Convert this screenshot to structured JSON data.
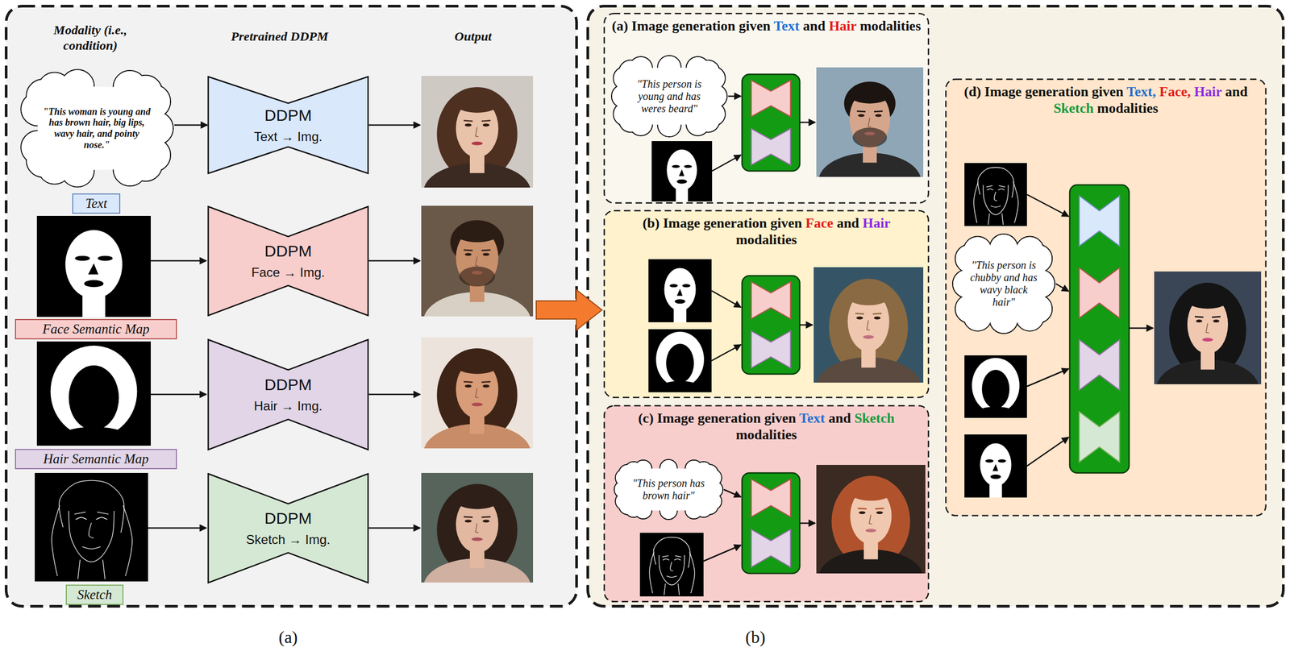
{
  "diagram": {
    "nodes": [
      {
        "text": [
          "(a)"
        ]
      },
      {
        "text": [
          "\"This woman is young and has brown hair, big lips, wavy hair, and pointy nose.\""
        ],
        "in": 0
      },
      {
        "text": [
          "Text"
        ],
        "in": 0
      },
      {
        "text": [
          "DDPM",
          "Text → Img."
        ],
        "in": 0
      },
      {
        "text": [
          "Face Semantic Map"
        ],
        "in": 0
      },
      {
        "text": [
          "DDPM",
          "Face → Img."
        ],
        "in": 0
      },
      {
        "text": [
          "Hair Semantic Map"
        ],
        "in": 0
      },
      {
        "text": [
          "DDPM",
          "Hair → Img."
        ],
        "in": 0
      },
      {
        "text": [
          "Sketch"
        ],
        "in": 0
      },
      {
        "text": [
          "DDPM",
          "Sketch → Img."
        ],
        "in": 0
      },
      {
        "text": [
          "(b)"
        ]
      },
      {
        "text": [
          "(a) Image generation given Text and Hair modalities"
        ],
        "in": 10
      },
      {
        "text": [
          "\"This person is young and has weres beard\""
        ],
        "in": 11
      },
      {
        "text": [
          "(b) Image generation given Face and Hair modalities"
        ],
        "in": 10
      },
      {
        "text": [
          "(c) Image generation given Text and Sketch modalities"
        ],
        "in": 10
      },
      {
        "text": [
          "\"This person has brown hair\""
        ],
        "in": 14
      },
      {
        "text": [
          "(d) Image generation given Text, Face, Hair and Sketch modalities"
        ],
        "in": 10
      },
      {
        "text": [
          "\"This person is chubby and has wavy black hair\""
        ],
        "in": 16
      }
    ],
    "edges": [
      {
        "from": 1,
        "to": 3,
        "arrow": "to"
      },
      {
        "from": 0,
        "to": 10,
        "arrow": "to"
      }
    ],
    "labels": [
      "Modality (i.e., condition)",
      "Pretrained DDPM",
      "Output"
    ]
  }
}
